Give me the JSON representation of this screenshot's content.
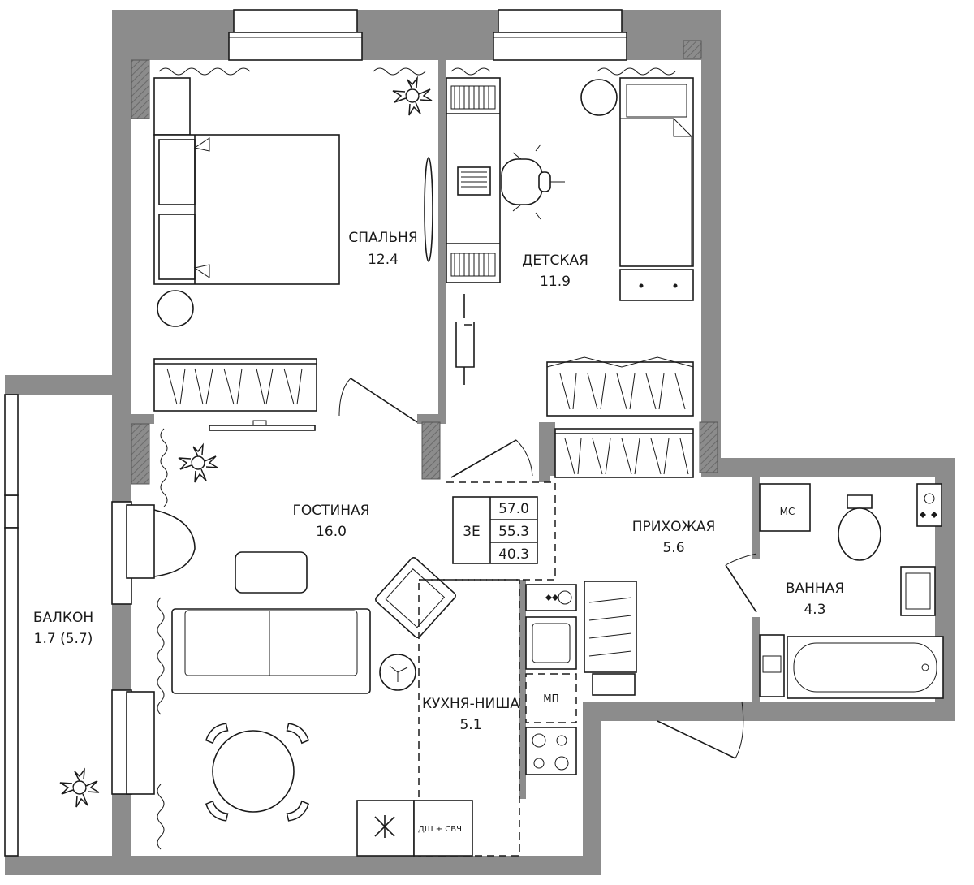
{
  "rooms": {
    "bedroom": {
      "name": "СПАЛЬНЯ",
      "area": "12.4"
    },
    "kids": {
      "name": "ДЕТСКАЯ",
      "area": "11.9"
    },
    "living": {
      "name": "ГОСТИНАЯ",
      "area": "16.0"
    },
    "hall": {
      "name": "ПРИХОЖАЯ",
      "area": "5.6"
    },
    "bath": {
      "name": "ВАННАЯ",
      "area": "4.3"
    },
    "kitchen": {
      "name": "КУХНЯ-НИША",
      "area": "5.1"
    },
    "balcony": {
      "name": "БАЛКОН",
      "area": "1.7 (5.7)"
    }
  },
  "summary": {
    "type": "3Е",
    "total": "57.0",
    "without_balcony": "55.3",
    "living": "40.3"
  },
  "fixtures": {
    "washer": "МС",
    "dishwasher": "МП",
    "appliance": "ДШ + СВЧ"
  },
  "colors": {
    "wall": "#8c8c8c",
    "line": "#1a1a1a"
  }
}
